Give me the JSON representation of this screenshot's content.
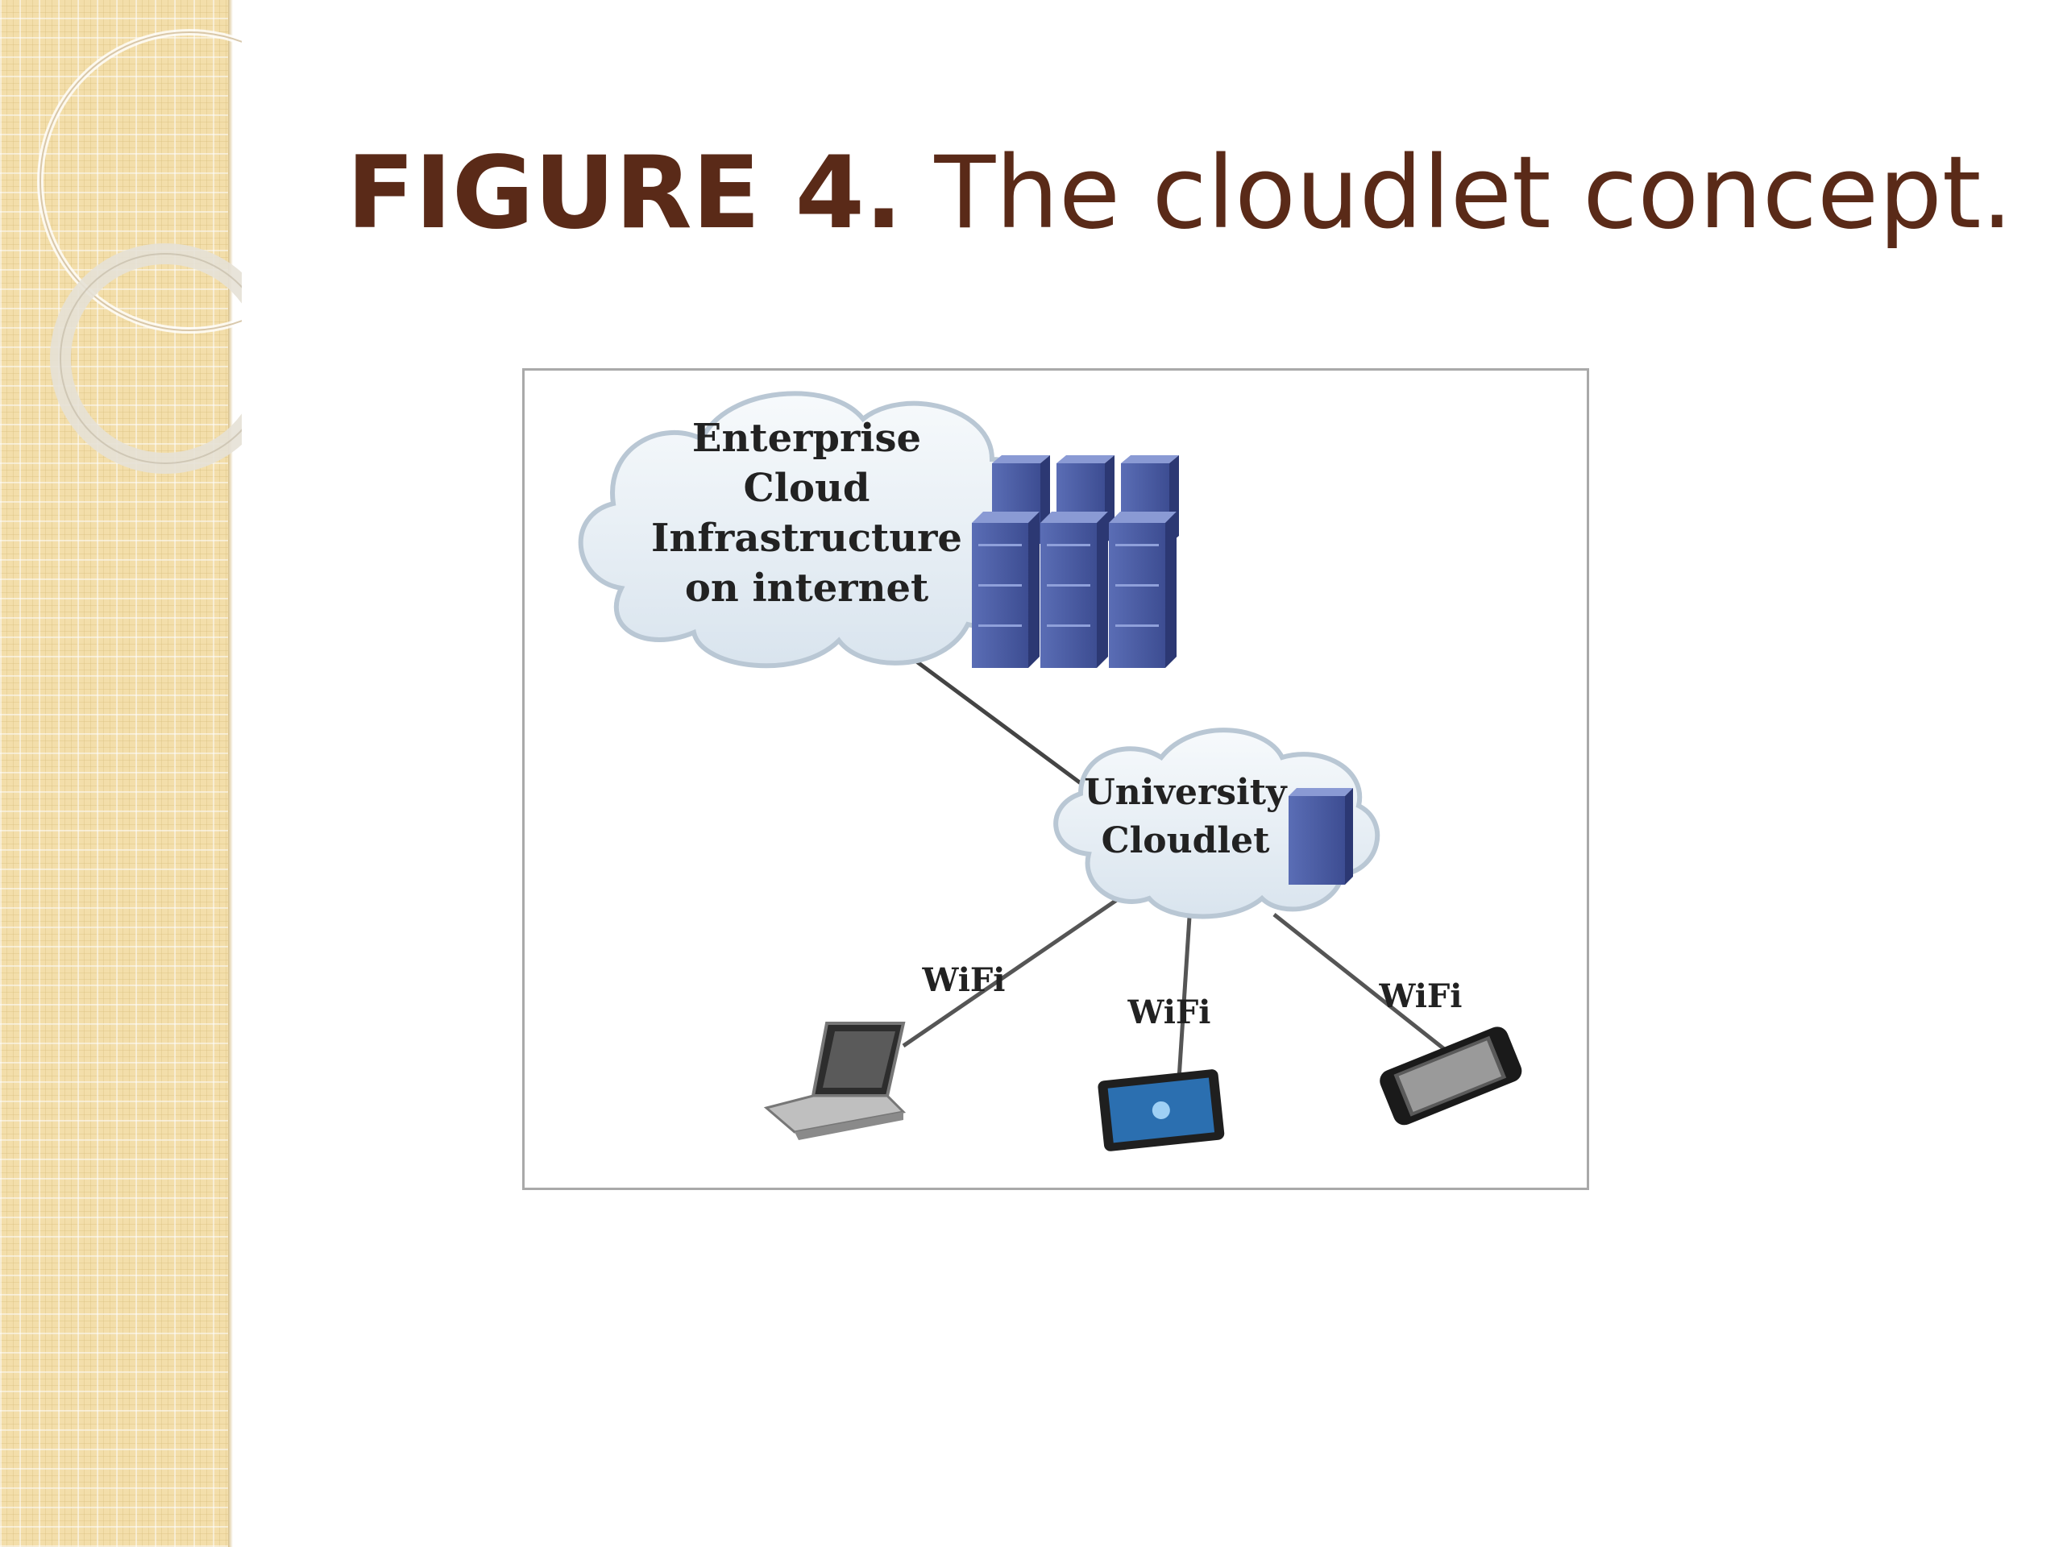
{
  "slide": {
    "title_number": "FIGURE 4.",
    "title_text": "The cloudlet concept."
  },
  "diagram": {
    "enterprise_cloud": {
      "label_lines": [
        "Enterprise",
        "Cloud",
        "Infrastructure",
        "on internet"
      ],
      "server_count": 6
    },
    "university_cloudlet": {
      "label_lines": [
        "University",
        "Cloudlet"
      ],
      "server_count": 1
    },
    "links": [
      {
        "from": "enterprise-cloud",
        "to": "university-cloudlet",
        "label": ""
      },
      {
        "from": "university-cloudlet",
        "to": "laptop",
        "label": "WiFi"
      },
      {
        "from": "university-cloudlet",
        "to": "tablet",
        "label": "WiFi"
      },
      {
        "from": "university-cloudlet",
        "to": "smartphone",
        "label": "WiFi"
      }
    ],
    "devices": [
      "laptop-icon",
      "tablet-icon",
      "smartphone-icon"
    ],
    "colors": {
      "title": "#5a2a18",
      "server": "#4c5fa6",
      "cloud_fill": "#e9f0f6",
      "side_panel": "#f3deaa"
    }
  }
}
